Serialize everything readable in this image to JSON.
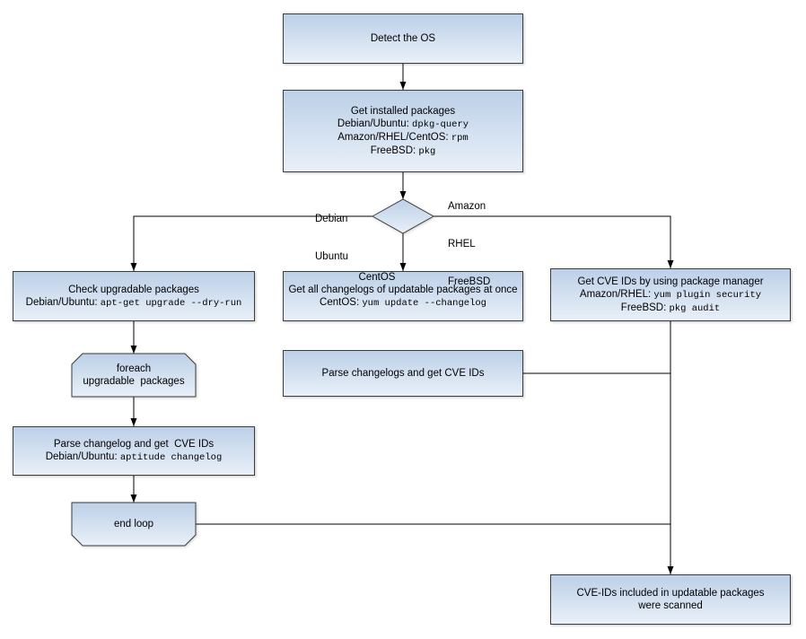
{
  "nodes": {
    "detect_os": {
      "lines": [
        [
          "Detect the OS"
        ]
      ]
    },
    "get_installed_packages": {
      "lines": [
        [
          "Get installed packages"
        ],
        [
          "Debian/Ubuntu: ",
          "dpkg-query"
        ],
        [
          "Amazon/RHEL/CentOS: ",
          "rpm"
        ],
        [
          "FreeBSD: ",
          "pkg"
        ]
      ]
    },
    "check_upgradable": {
      "lines": [
        [
          "Check upgradable packages"
        ],
        [
          "Debian/Ubuntu: ",
          "apt-get upgrade --dry-run"
        ]
      ]
    },
    "get_all_changelogs": {
      "lines": [
        [
          "Get all changelogs of updatable packages at once"
        ],
        [
          "CentOS: ",
          "yum update --changelog"
        ]
      ]
    },
    "get_cve_ids_pkg_manager": {
      "lines": [
        [
          "Get CVE IDs by using package manager"
        ],
        [
          "Amazon/RHEL: ",
          "yum plugin security"
        ],
        [
          "FreeBSD: ",
          "pkg audit"
        ]
      ]
    },
    "foreach_loop": {
      "lines": [
        [
          "foreach"
        ],
        [
          "upgradable  packages"
        ]
      ]
    },
    "parse_changelogs": {
      "lines": [
        [
          "Parse changelogs and get CVE IDs"
        ]
      ]
    },
    "parse_changelog_aptitude": {
      "lines": [
        [
          "Parse changelog and get  CVE IDs"
        ],
        [
          "Debian/Ubuntu: ",
          "aptitude changelog"
        ]
      ]
    },
    "end_loop": {
      "lines": [
        [
          "end loop"
        ]
      ]
    },
    "scanned_result": {
      "lines": [
        [
          "CVE-IDs included in updatable packages"
        ],
        [
          "were scanned"
        ]
      ]
    }
  },
  "edge_labels": {
    "branch_left": [
      "Debian",
      "Ubuntu"
    ],
    "branch_right": [
      "Amazon",
      "RHEL",
      "FreeBSD"
    ],
    "branch_down": [
      "CentOS"
    ]
  },
  "colors": {
    "node_fill_top": "#bcd0e8",
    "node_fill_bottom": "#e9f0f8",
    "node_border": "#3c3c3c",
    "edge": "#000000",
    "text": "#000000",
    "background": "#ffffff"
  }
}
